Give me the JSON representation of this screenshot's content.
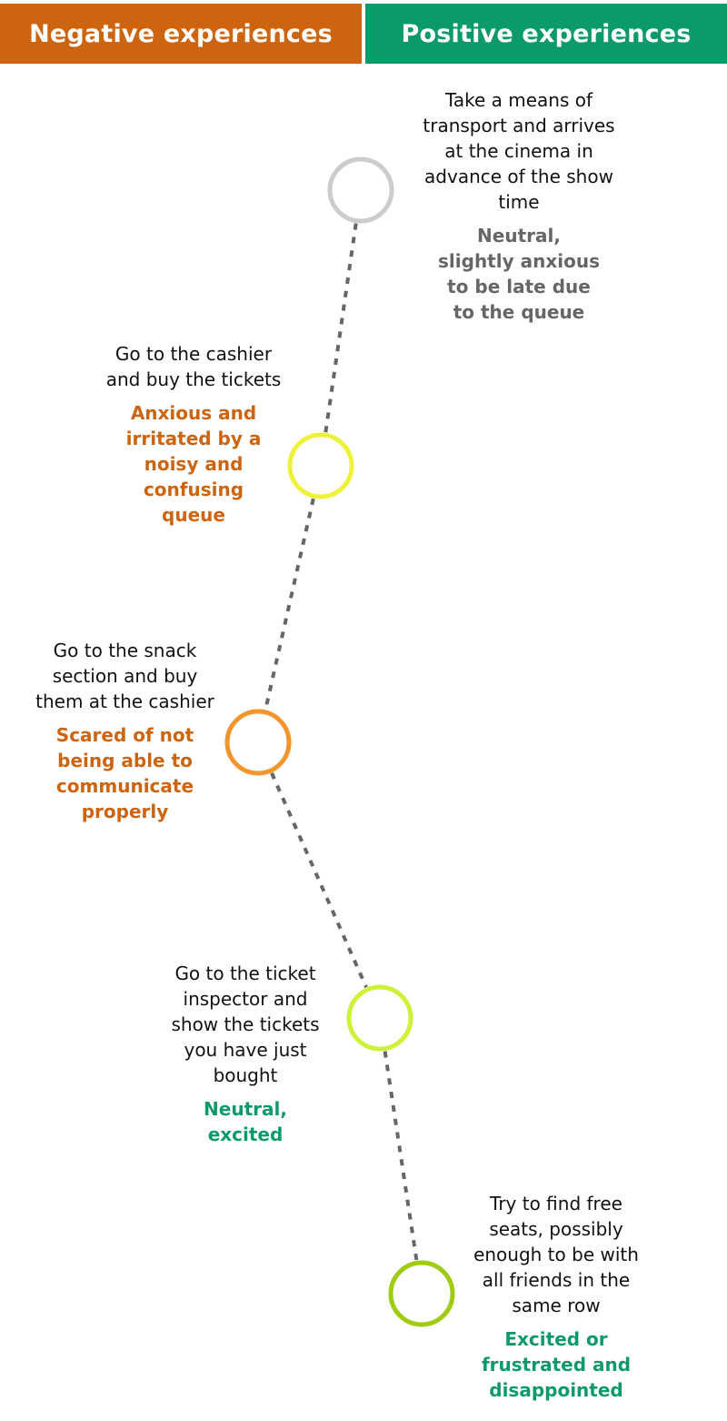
{
  "header": {
    "negative_label": "Negative experiences",
    "positive_label": "Positive experiences",
    "negative_color": "#cc6410",
    "positive_color": "#0c9a6a"
  },
  "colors": {
    "connector": "#666666",
    "feeling_neutral": "#666666",
    "feeling_negative": "#cc6410",
    "feeling_positive": "#0c9a6a"
  },
  "steps": [
    {
      "action": "Take a means of transport and arrives at the cinema in advance of the show time",
      "feeling": "Neutral, slightly anxious to be late due to the queue",
      "marker_color": "#cccccc",
      "feeling_tone": "neutral"
    },
    {
      "action": "Go to the cashier and buy the tickets",
      "feeling": "Anxious and irritated by a noisy and confusing queue",
      "marker_color": "#eef23a",
      "feeling_tone": "negative"
    },
    {
      "action": "Go to the snack section and buy them at the cashier",
      "feeling": "Scared of not being able to communicate properly",
      "marker_color": "#f2952c",
      "feeling_tone": "negative"
    },
    {
      "action": "Go to the ticket inspector and show the tickets you have just bought",
      "feeling": "Neutral, excited",
      "marker_color": "#cdf23a",
      "feeling_tone": "positive"
    },
    {
      "action": "Try to find free seats, possibly enough to be with all friends in the same row",
      "feeling": "Excited or frustrated and disappointed",
      "marker_color": "#9dcc10",
      "feeling_tone": "positive"
    }
  ]
}
